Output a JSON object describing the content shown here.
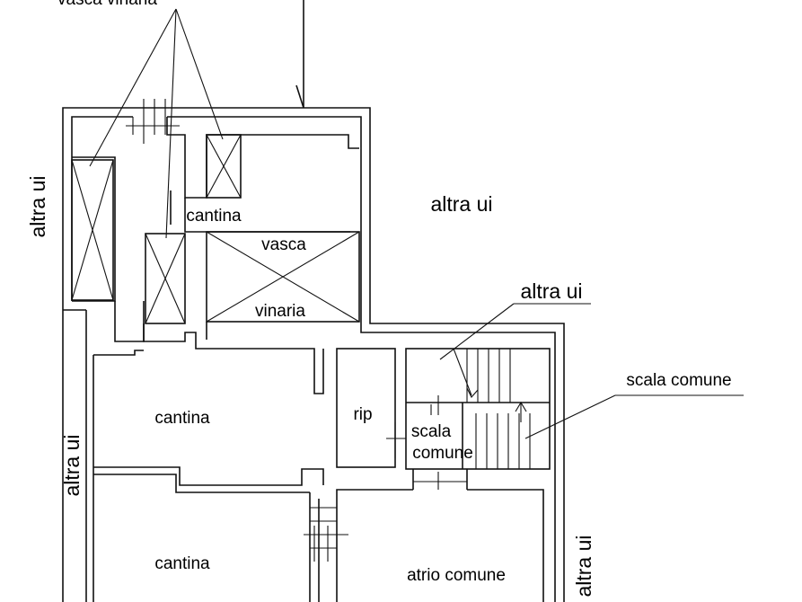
{
  "labels": {
    "vasca_vinaria_top": "vasca vinaria",
    "altra_ui_left_top": "altra ui",
    "altra_ui_center": "altra ui",
    "altra_ui_right_leader": "altra ui",
    "altra_ui_left_bottom": "altra ui",
    "altra_ui_right_bottom": "altra ui",
    "cantina_upper": "cantina",
    "vasca": "vasca",
    "vinaria": "vinaria",
    "cantina_middle": "cantina",
    "cantina_lower": "cantina",
    "rip": "rip",
    "scala": "scala",
    "comune": "comune",
    "scala_comune_leader": "scala comune",
    "atrio_comune": "atrio comune"
  }
}
